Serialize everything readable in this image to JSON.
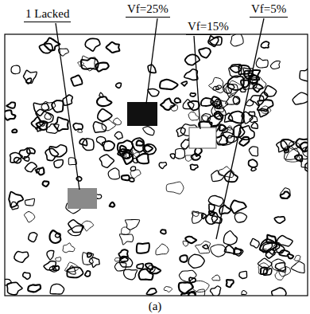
{
  "diagram": {
    "caption": "(a)",
    "labels": [
      "1 Lacked",
      "Vf=25%",
      "Vf=15%",
      "Vf=5%"
    ]
  }
}
